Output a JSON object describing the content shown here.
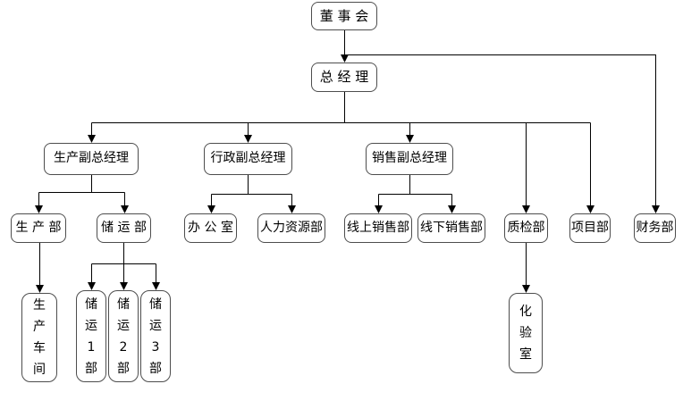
{
  "diagram": {
    "type": "org-chart",
    "nodes": {
      "board": {
        "label": "董 事 会"
      },
      "gm": {
        "label": "总 经 理"
      },
      "prod_vp": {
        "label": "生产副总经理"
      },
      "admin_vp": {
        "label": "行政副总经理"
      },
      "sales_vp": {
        "label": "销售副总经理"
      },
      "prod_dept": {
        "label": "生 产 部"
      },
      "storage_dept": {
        "label": "储 运 部"
      },
      "office": {
        "label": "办 公 室"
      },
      "hr": {
        "label": "人力资源部"
      },
      "online_sales": {
        "label": "线上销售部"
      },
      "offline_sales": {
        "label": "线下销售部"
      },
      "qc": {
        "label": "质检部"
      },
      "project": {
        "label": "项目部"
      },
      "finance": {
        "label": "财务部"
      },
      "workshop": {
        "label": "生产车间",
        "vertical": true
      },
      "storage1": {
        "label": "储运1部",
        "vertical": true
      },
      "storage2": {
        "label": "储运2部",
        "vertical": true
      },
      "storage3": {
        "label": "储运3部",
        "vertical": true
      },
      "lab": {
        "label": "化验室",
        "vertical": true
      }
    },
    "edges": [
      [
        "board",
        "gm"
      ],
      [
        "board",
        "finance"
      ],
      [
        "gm",
        "prod_vp"
      ],
      [
        "gm",
        "admin_vp"
      ],
      [
        "gm",
        "sales_vp"
      ],
      [
        "gm",
        "qc"
      ],
      [
        "gm",
        "project"
      ],
      [
        "prod_vp",
        "prod_dept"
      ],
      [
        "prod_vp",
        "storage_dept"
      ],
      [
        "admin_vp",
        "office"
      ],
      [
        "admin_vp",
        "hr"
      ],
      [
        "sales_vp",
        "online_sales"
      ],
      [
        "sales_vp",
        "offline_sales"
      ],
      [
        "prod_dept",
        "workshop"
      ],
      [
        "storage_dept",
        "storage1"
      ],
      [
        "storage_dept",
        "storage2"
      ],
      [
        "storage_dept",
        "storage3"
      ],
      [
        "qc",
        "lab"
      ]
    ],
    "colors": {
      "line": "#000000",
      "border": "#4d4d4d",
      "fill": "#ffffff",
      "text": "#000000"
    }
  }
}
